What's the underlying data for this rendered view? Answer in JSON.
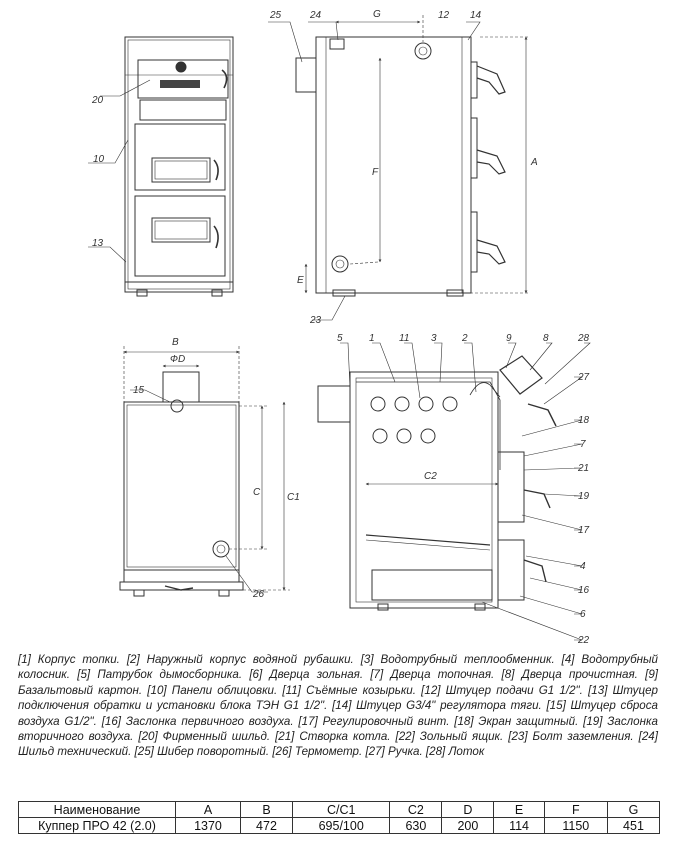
{
  "callouts": {
    "c1": "1",
    "c2": "2",
    "c3": "3",
    "c4": "4",
    "c5": "5",
    "c6": "6",
    "c7": "7",
    "c8": "8",
    "c9": "9",
    "c10": "10",
    "c11": "11",
    "c12": "12",
    "c13": "13",
    "c14": "14",
    "c15": "15",
    "c16": "16",
    "c17": "17",
    "c18": "18",
    "c19": "19",
    "c20": "20",
    "c21": "21",
    "c22": "22",
    "c23": "23",
    "c24": "24",
    "c25": "25",
    "c26": "26",
    "c27": "27",
    "c28": "28"
  },
  "dimension_labels": {
    "G": "G",
    "A": "A",
    "F": "F",
    "E": "E",
    "B": "B",
    "D": "ФD",
    "C": "C",
    "C1": "C1",
    "C2": "C2"
  },
  "legend": [
    "[1] Корпус топки.",
    "[2] Наружный корпус водяной рубашки.",
    "[3] Водотрубный теплообменник.",
    "[4] Водотрубный колосник.",
    "[5] Патрубок дымосборника.",
    "[6] Дверца зольная.",
    "[7] Дверца топочная.",
    "[8] Дверца прочистная.",
    "[9] Базальтовый картон.",
    "[10] Панели облицовки.",
    "[11] Съёмные козырьки.",
    "[12] Штуцер подачи G1 1/2\".",
    "[13] Штуцер подключения обратки и установки блока ТЭН G1 1/2\".",
    "[14] Штуцер G3/4\" регулятора тяги.",
    "[15] Штуцер сброса воздуха G1/2\".",
    "[16] Заслонка первичного воздуха.",
    "[17] Регулировочный винт.",
    "[18] Экран защитный.",
    "[19] Заслонка вторичного воздуха.",
    "[20] Фирменный шильд.",
    "[21] Створка котла.",
    "[22] Зольный ящик.",
    "[23] Болт заземления.",
    "[24] Шильд технический.",
    "[25] Шибер поворотный.",
    "[26] Термометр.",
    "[27] Ручка.",
    "[28] Лоток"
  ],
  "table": {
    "headers": [
      "Наименование",
      "A",
      "B",
      "C/C1",
      "C2",
      "D",
      "E",
      "F",
      "G"
    ],
    "rows": [
      [
        "Куппер ПРО 42 (2.0)",
        "1370",
        "472",
        "695/100",
        "630",
        "200",
        "114",
        "1150",
        "451"
      ]
    ]
  }
}
